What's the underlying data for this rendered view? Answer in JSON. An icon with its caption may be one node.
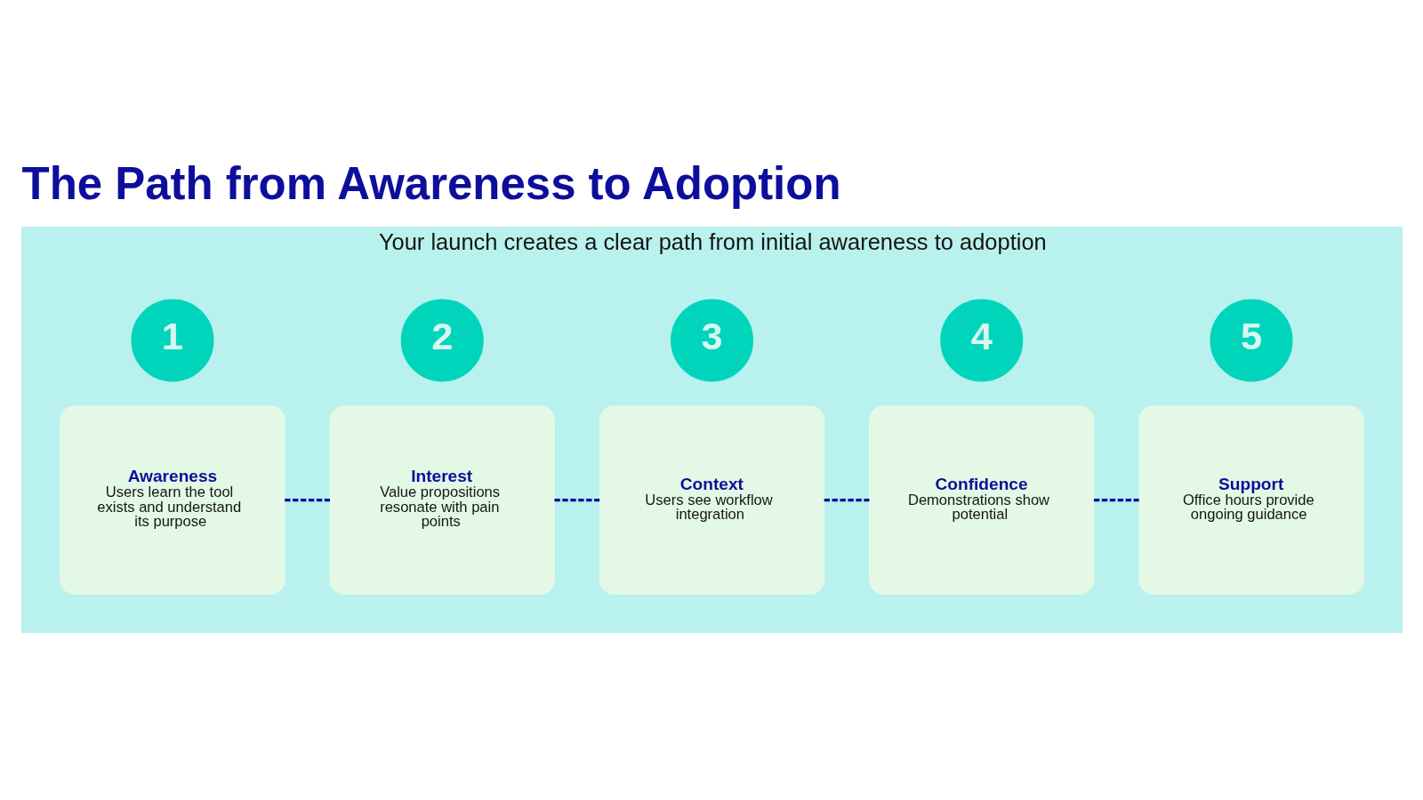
{
  "diagram": {
    "title": "The Path from Awareness to Adoption",
    "nodes": [
      {
        "text": [
          "Your launch creates a clear path from initial awareness to adoption"
        ]
      },
      {
        "text": [
          "1"
        ],
        "in": 0
      },
      {
        "text": [
          "Awareness",
          "Users learn the tool exists and understand its purpose"
        ],
        "in": 0
      },
      {
        "text": [
          "2"
        ],
        "in": 0
      },
      {
        "text": [
          "Interest",
          "Value propositions resonate with pain points"
        ],
        "in": 0
      },
      {
        "text": [
          "3"
        ],
        "in": 0
      },
      {
        "text": [
          "Context",
          "Users see workflow integration"
        ],
        "in": 0
      },
      {
        "text": [
          "4"
        ],
        "in": 0
      },
      {
        "text": [
          "Confidence",
          "Demonstrations show potential"
        ],
        "in": 0
      },
      {
        "text": [
          "5"
        ],
        "in": 0
      },
      {
        "text": [
          "Support",
          "Office hours provide ongoing guidance"
        ],
        "in": 0
      }
    ],
    "edges": [
      {
        "from": 2,
        "to": 4,
        "arrow": "none",
        "style": "dashed"
      },
      {
        "from": 4,
        "to": 6,
        "arrow": "none",
        "style": "dashed"
      },
      {
        "from": 6,
        "to": 8,
        "arrow": "none",
        "style": "dashed"
      },
      {
        "from": 8,
        "to": 10,
        "arrow": "none",
        "style": "dashed"
      }
    ]
  }
}
